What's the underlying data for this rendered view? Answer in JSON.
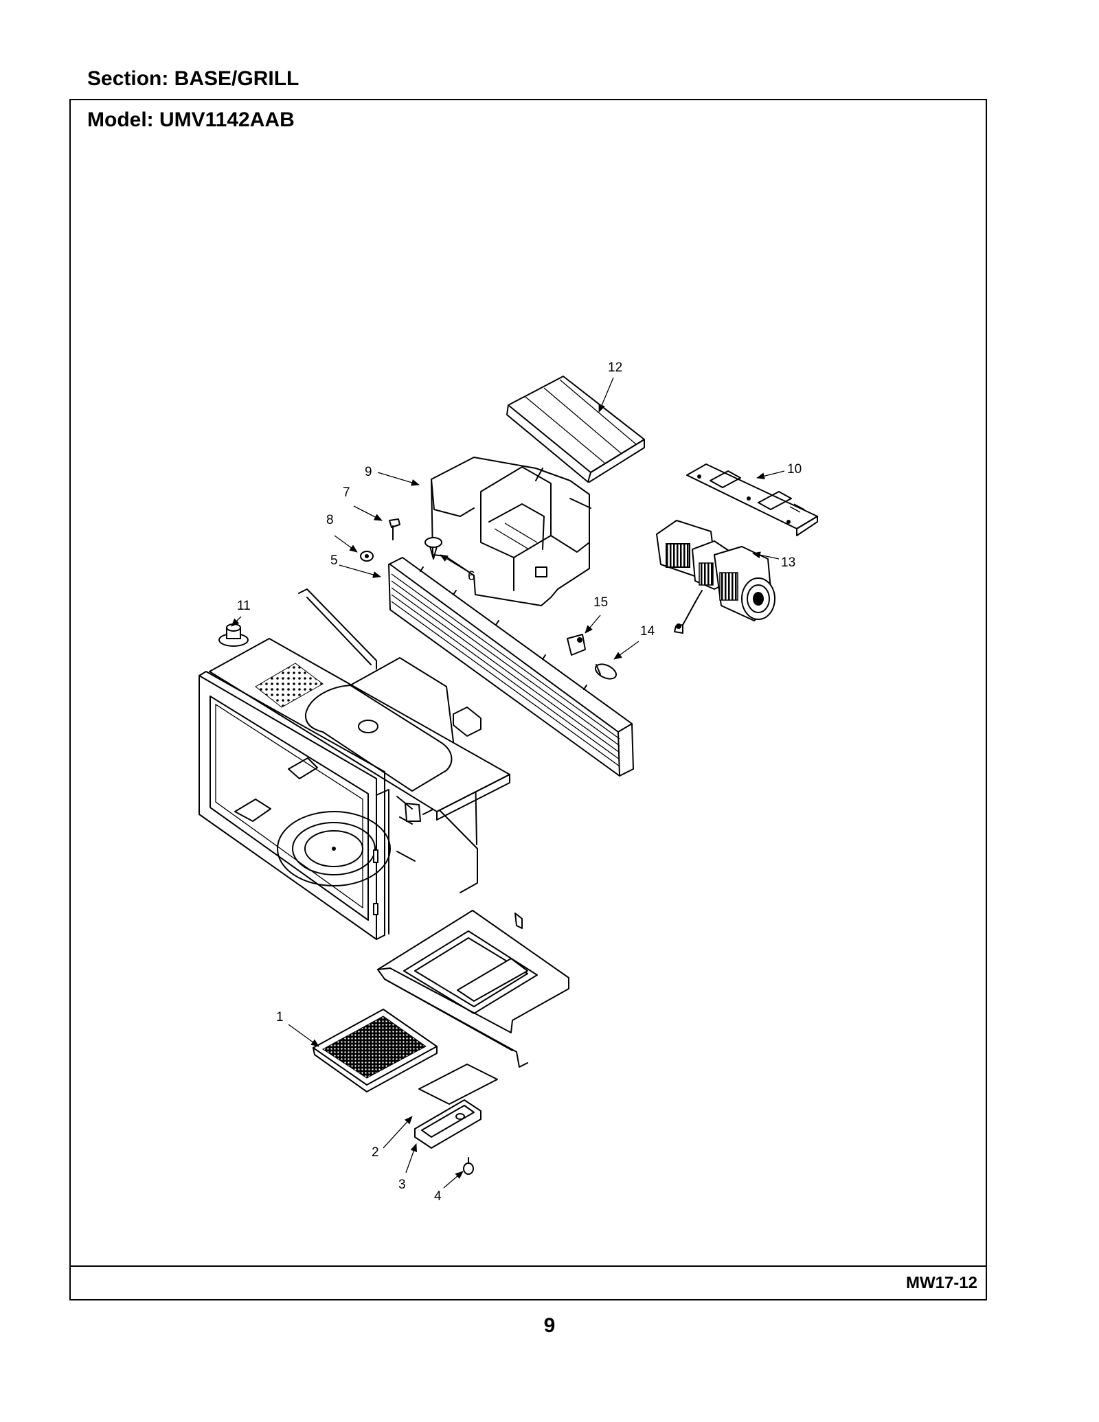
{
  "header": {
    "section": "Section:  BASE/GRILL",
    "model": "Model:  UMV1142AAB"
  },
  "footer": {
    "doc_code": "MW17-12",
    "page_number": "9"
  },
  "diagram": {
    "callouts": [
      "1",
      "2",
      "3",
      "4",
      "5",
      "6",
      "7",
      "8",
      "9",
      "10",
      "11",
      "12",
      "13",
      "14",
      "15"
    ]
  }
}
